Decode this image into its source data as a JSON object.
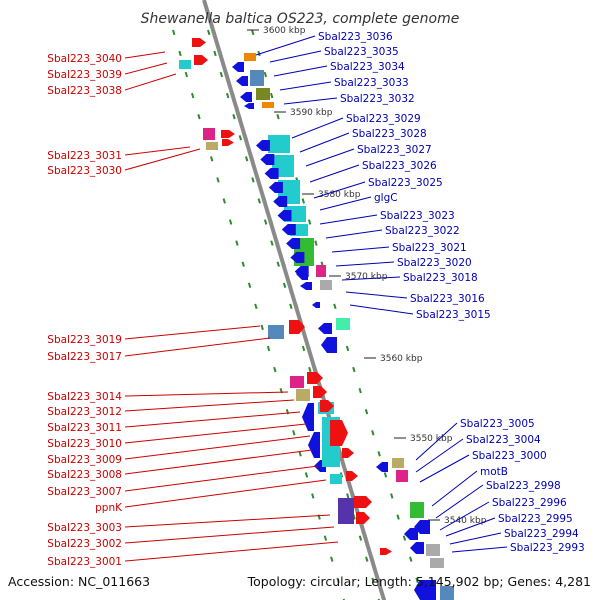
{
  "title": "Shewanella baltica OS223, complete genome",
  "footer": {
    "accession": "Accession: NC_011663",
    "topology": "Topology: circular; Length: 5,145,902 bp; Genes: 4,281"
  },
  "colors": {
    "backbone": "#8a8a8a",
    "grid_dash": "#2e8b2e",
    "left_label": "#cc0000",
    "right_label": "#0000b4",
    "forward_gene": "#ee1111",
    "reverse_gene": "#1111dd",
    "cog_cyan": "#22cccc",
    "cog_green": "#33bb33",
    "cog_magenta": "#dd2288",
    "cog_orange": "#ee8800",
    "cog_steel": "#5588bb",
    "cog_khaki": "#bbaa66",
    "cog_olive": "#778822",
    "cog_gray": "#aaaaaa",
    "cog_purple": "#5533aa"
  },
  "kbp_marks": [
    "3600 kbp",
    "3590 kbp",
    "3580 kbp",
    "3570 kbp",
    "3560 kbp",
    "3550 kbp",
    "3540 kbp"
  ],
  "left_labels": [
    "Sbal223_3040",
    "Sbal223_3039",
    "Sbal223_3038",
    "Sbal223_3031",
    "Sbal223_3030",
    "Sbal223_3019",
    "Sbal223_3017",
    "Sbal223_3014",
    "Sbal223_3012",
    "Sbal223_3011",
    "Sbal223_3010",
    "Sbal223_3009",
    "Sbal223_3008",
    "Sbal223_3007",
    "ppnK",
    "Sbal223_3003",
    "Sbal223_3002",
    "Sbal223_3001"
  ],
  "right_labels": [
    "Sbal223_3036",
    "Sbal223_3035",
    "Sbal223_3034",
    "Sbal223_3033",
    "Sbal223_3032",
    "Sbal223_3029",
    "Sbal223_3028",
    "Sbal223_3027",
    "Sbal223_3026",
    "Sbal223_3025",
    "glgC",
    "Sbal223_3023",
    "Sbal223_3022",
    "Sbal223_3021",
    "Sbal223_3020",
    "Sbal223_3018",
    "Sbal223_3016",
    "Sbal223_3015",
    "Sbal223_3005",
    "Sbal223_3004",
    "Sbal223_3000",
    "motB",
    "Sbal223_2998",
    "Sbal223_2996",
    "Sbal223_2995",
    "Sbal223_2994",
    "Sbal223_2993"
  ]
}
